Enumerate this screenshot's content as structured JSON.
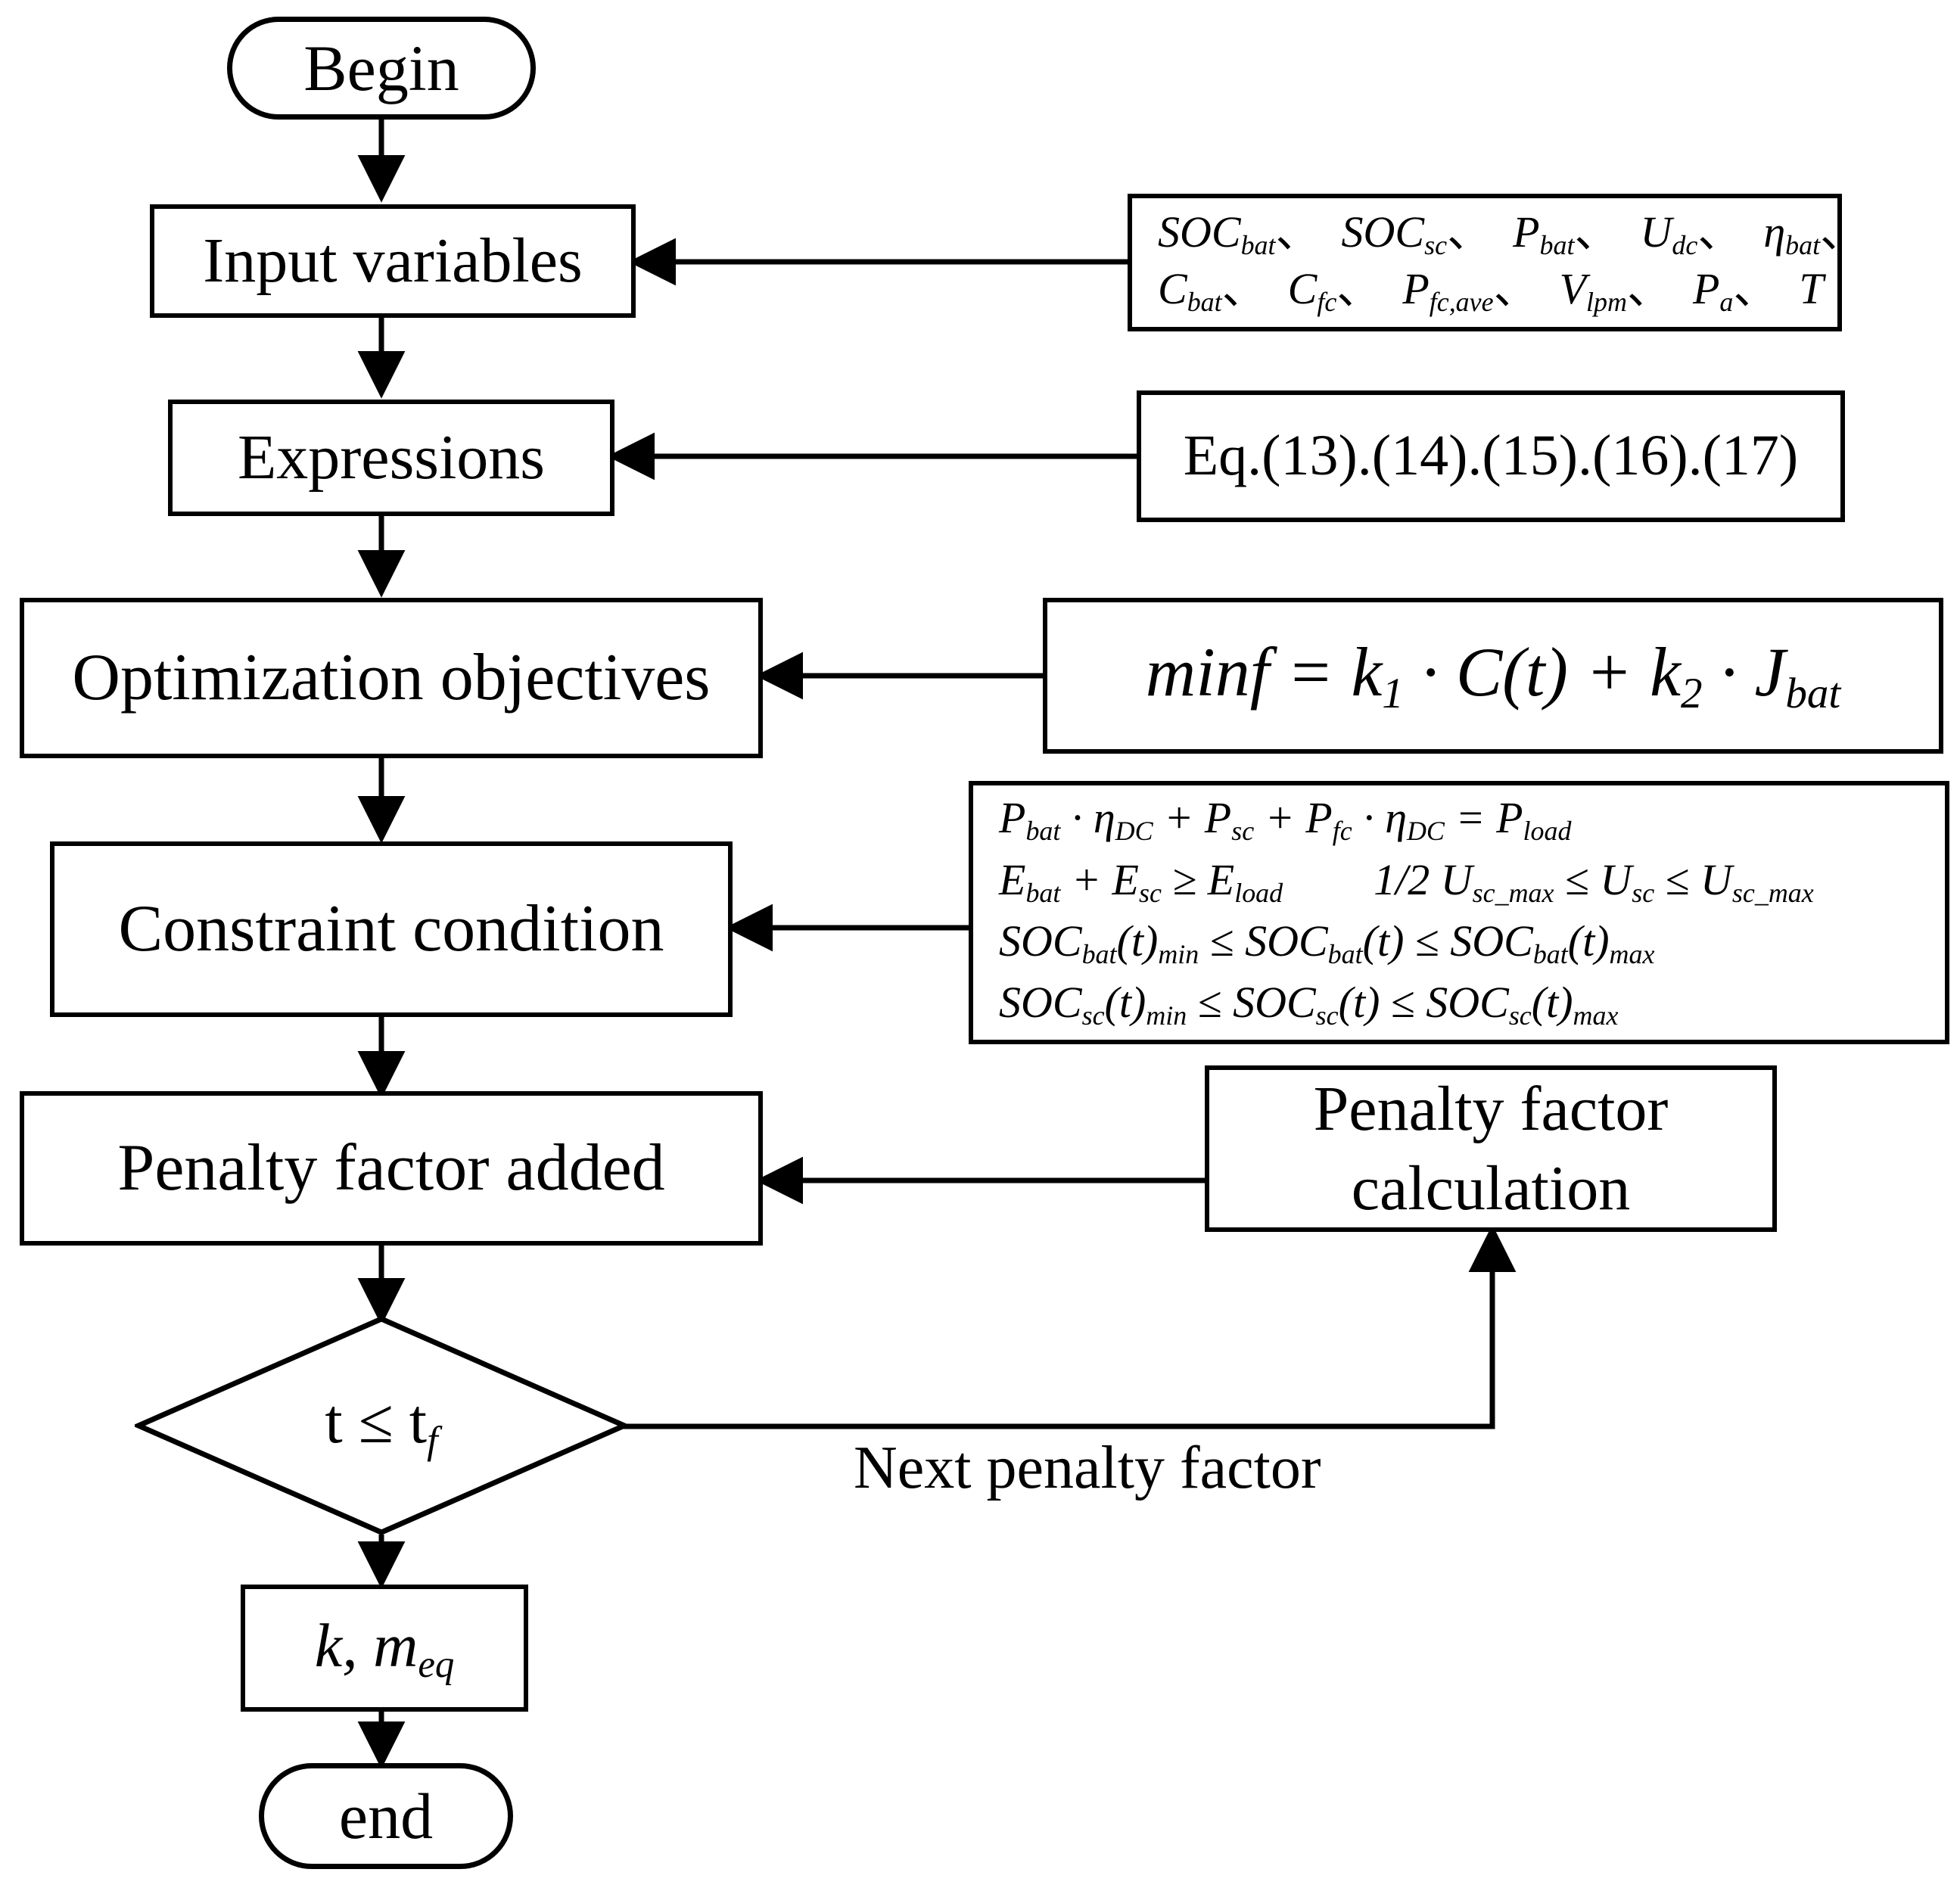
{
  "diagram": {
    "type": "flowchart",
    "title": "Penalty-factor optimization flowchart",
    "stroke_color": "#000000",
    "fill_color": "#ffffff"
  },
  "nodes": {
    "begin": {
      "label": "Begin",
      "shape": "terminal"
    },
    "input_variables": {
      "label": "Input variables",
      "shape": "process"
    },
    "expressions": {
      "label": "Expressions",
      "shape": "process"
    },
    "optimization_objectives": {
      "label": "Optimization objectives",
      "shape": "process"
    },
    "constraint_condition": {
      "label": "Constraint condition",
      "shape": "process"
    },
    "penalty_factor_added": {
      "label": "Penalty factor added",
      "shape": "process"
    },
    "penalty_factor_calculation": {
      "line1": "Penalty factor",
      "line2": "calculation",
      "shape": "process"
    },
    "decision": {
      "label": "t ≤ t",
      "sub": "f",
      "shape": "decision"
    },
    "result": {
      "k": "k",
      "comma": ", ",
      "m": "m",
      "m_sub": "eq",
      "shape": "process"
    },
    "end": {
      "label": "end",
      "shape": "terminal"
    }
  },
  "annotations": {
    "input_variables_note": {
      "line1": [
        {
          "base": "SOC",
          "sub": "bat",
          "sep": "、"
        },
        {
          "base": "SOC",
          "sub": "sc",
          "sep": "、"
        },
        {
          "base": "P",
          "sub": "bat",
          "sep": "、"
        },
        {
          "base": "U",
          "sub": "dc",
          "sep": "、"
        },
        {
          "base": "η",
          "sub": "bat",
          "sep": "、"
        }
      ],
      "line2": [
        {
          "base": "C",
          "sub": "bat",
          "sep": "、"
        },
        {
          "base": "C",
          "sub": "fc",
          "sep": "、"
        },
        {
          "base": "P",
          "sub": "fc,ave",
          "sep": "、"
        },
        {
          "base": "V",
          "sub": "lpm",
          "sep": "、"
        },
        {
          "base": "P",
          "sub": "a",
          "sep": "、"
        },
        {
          "base": "T",
          "sub": "",
          "sep": ""
        }
      ]
    },
    "expressions_note": {
      "text": "Eq.(13).(14).(15).(16).(17)"
    },
    "objective_formula": {
      "text": "minf = k₁ · C(t) + k₂ · J_bat",
      "parts": [
        "minf",
        "=",
        "k",
        "1",
        "·",
        "C(t)",
        "+",
        "k",
        "2",
        "·",
        "J",
        "bat"
      ]
    },
    "constraints": {
      "line1": "P_bat · η_DC + P_sc + P_fc · η_DC = P_load",
      "line2a": "E_bat + E_sc ≥ E_load",
      "line2b": "1/2 U_sc_max ≤ U_sc ≤ U_sc_max",
      "line3": "SOC_bat(t)_min ≤ SOC_bat(t) ≤ SOC_bat(t)_max",
      "line4": "SOC_sc(t)_min ≤ SOC_sc(t) ≤ SOC_sc(t)_max"
    },
    "feedback_label": {
      "text": "Next penalty factor"
    }
  },
  "edges": [
    {
      "from": "begin",
      "to": "input_variables",
      "direction": "down",
      "arrow": true
    },
    {
      "from": "input_variables_note",
      "to": "input_variables",
      "direction": "left",
      "arrow": true
    },
    {
      "from": "input_variables",
      "to": "expressions",
      "direction": "down",
      "arrow": true
    },
    {
      "from": "expressions_note",
      "to": "expressions",
      "direction": "left",
      "arrow": true
    },
    {
      "from": "expressions",
      "to": "optimization_objectives",
      "direction": "down",
      "arrow": true
    },
    {
      "from": "objective_formula",
      "to": "optimization_objectives",
      "direction": "left",
      "arrow": true
    },
    {
      "from": "optimization_objectives",
      "to": "constraint_condition",
      "direction": "down",
      "arrow": true
    },
    {
      "from": "constraints",
      "to": "constraint_condition",
      "direction": "left",
      "arrow": true
    },
    {
      "from": "constraint_condition",
      "to": "penalty_factor_added",
      "direction": "down",
      "arrow": true
    },
    {
      "from": "penalty_factor_calculation",
      "to": "penalty_factor_added",
      "direction": "left",
      "arrow": true
    },
    {
      "from": "penalty_factor_added",
      "to": "decision",
      "direction": "down",
      "arrow": true
    },
    {
      "from": "decision",
      "to": "penalty_factor_calculation",
      "direction": "right-up",
      "arrow": true,
      "label": "Next penalty factor"
    },
    {
      "from": "decision",
      "to": "result",
      "direction": "down",
      "arrow": true
    },
    {
      "from": "result",
      "to": "end",
      "direction": "down",
      "arrow": true
    }
  ]
}
